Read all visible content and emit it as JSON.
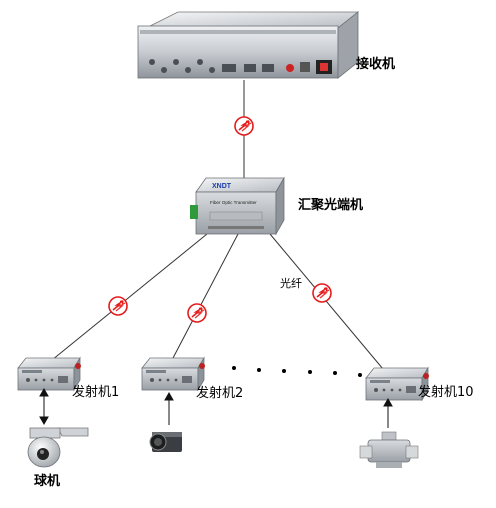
{
  "labels": {
    "receiver": "接收机",
    "aggregator": "汇聚光端机",
    "fiber": "光纤",
    "tx1": "发射机1",
    "tx2": "发射机2",
    "tx10": "发射机10",
    "dome_camera": "球机"
  },
  "device_text": {
    "brand": "XNDT",
    "panel": "Fiber Optic Transmitter"
  },
  "icons": {
    "fiber_symbol": "fiber-optic-symbol",
    "receiver": "rack-receiver",
    "aggregator": "optical-transceiver",
    "transmitter": "mini-transmitter",
    "dome": "dome-ptz-camera",
    "box": "box-camera",
    "ptz": "ptz-camera"
  },
  "colors": {
    "fiber_mark": "#e51c1c",
    "device_body": "#c9cdd3",
    "aggregator_accent": "#1a3fa8"
  }
}
